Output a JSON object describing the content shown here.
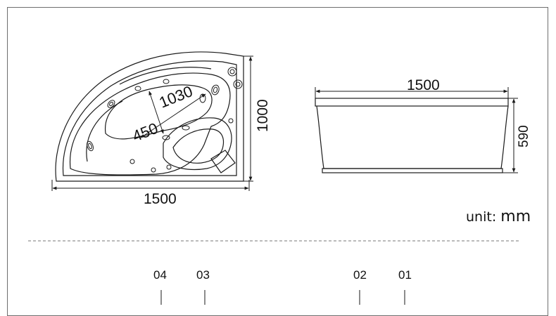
{
  "left_view": {
    "width_label": "1500",
    "depth_label": "1000",
    "inner_length_label": "1030",
    "inner_width_label": "450"
  },
  "right_view": {
    "width_label": "1500",
    "height_label": "590"
  },
  "unit": {
    "prefix": "unit:",
    "value": "mm"
  },
  "markers": [
    "04",
    "03",
    "02",
    "01"
  ],
  "colors": {
    "line": "#1a1a1a",
    "frame": "#6e6e6e",
    "dash": "#777777"
  }
}
